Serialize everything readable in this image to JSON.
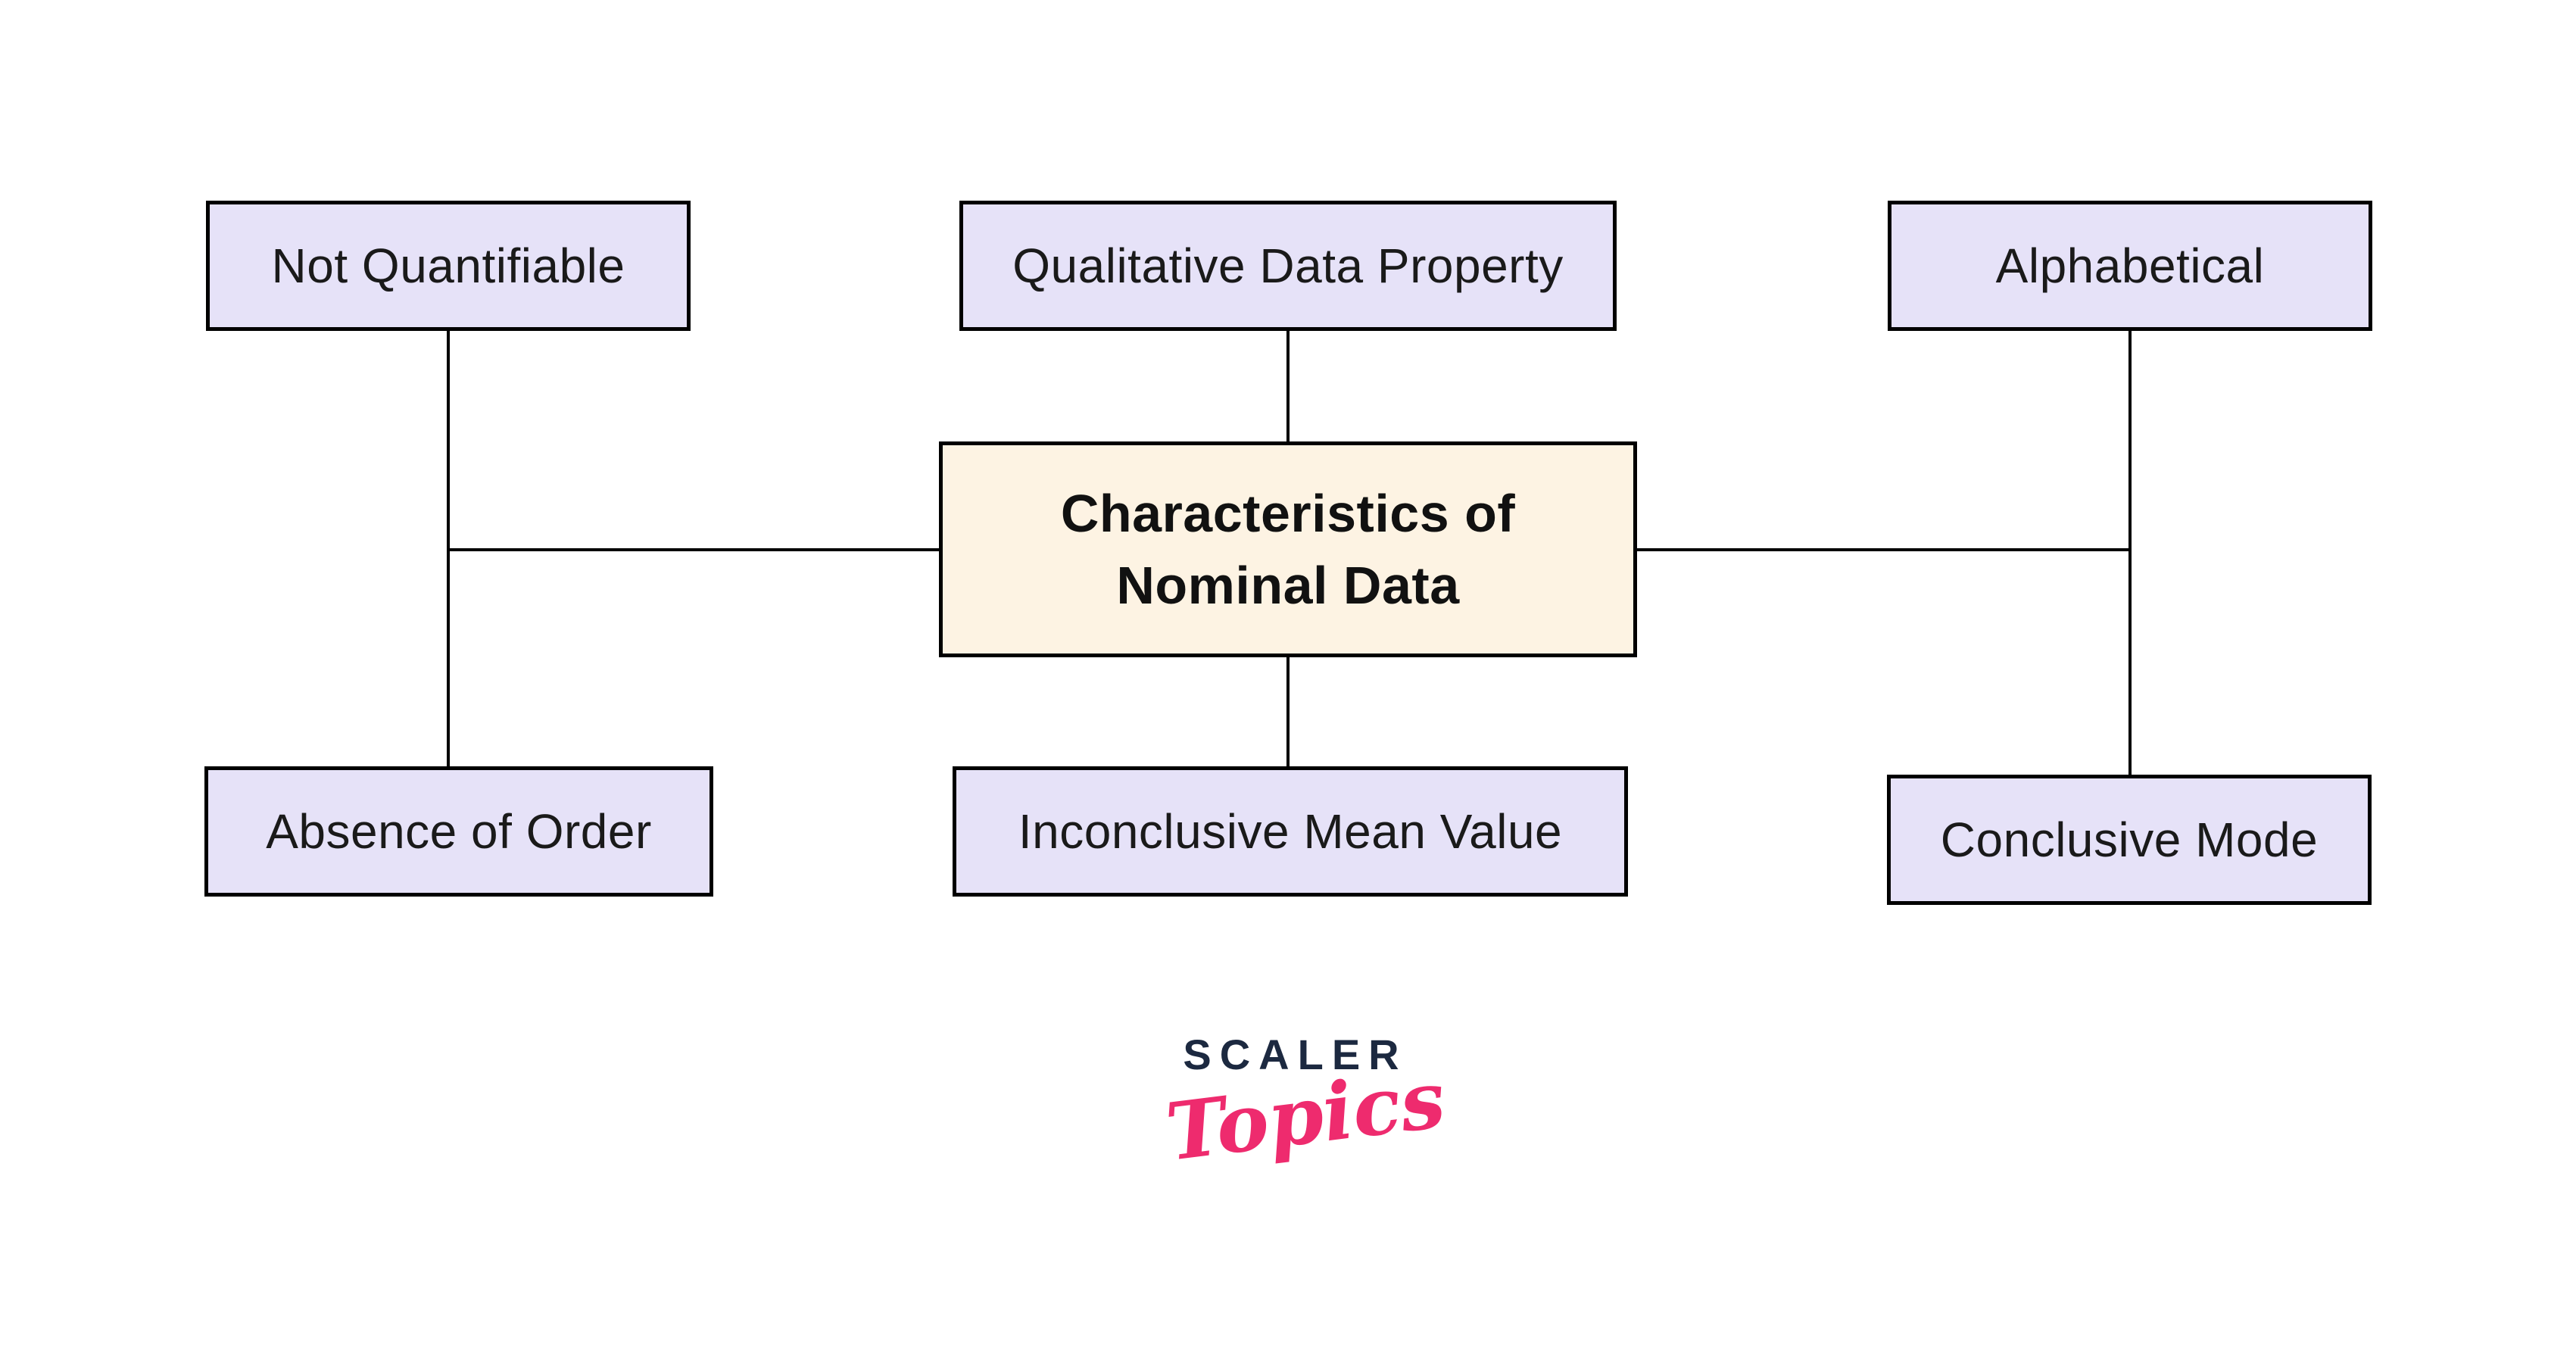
{
  "diagram": {
    "title_node": {
      "label": "Characteristics of Nominal Data",
      "fill_color": "#FDF3E3"
    },
    "node_fill_color": "#E6E2F8",
    "border_color": "#000000",
    "nodes": [
      {
        "id": "not-quantifiable",
        "label": "Not Quantifiable",
        "position": "top-left"
      },
      {
        "id": "qualitative-data-property",
        "label": "Qualitative Data Property",
        "position": "top-center"
      },
      {
        "id": "alphabetical",
        "label": "Alphabetical",
        "position": "top-right"
      },
      {
        "id": "absence-of-order",
        "label": "Absence of Order",
        "position": "bottom-left"
      },
      {
        "id": "inconclusive-mean-value",
        "label": "Inconclusive Mean Value",
        "position": "bottom-center"
      },
      {
        "id": "conclusive-mode",
        "label": "Conclusive Mode",
        "position": "bottom-right"
      }
    ]
  },
  "logo": {
    "brand": "SCALER",
    "product": "Topics",
    "brand_color": "#1C2940",
    "product_color": "#EE2B6E"
  }
}
